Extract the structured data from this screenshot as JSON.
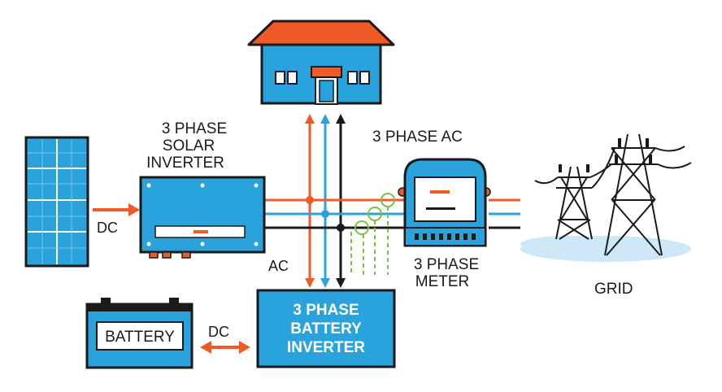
{
  "labels": {
    "solar_inverter": [
      "3 PHASE",
      "SOLAR",
      "INVERTER"
    ],
    "ac_meter_top": "3 PHASE AC",
    "dc_panel": "DC",
    "ac_down": "AC",
    "meter": [
      "3 PHASE",
      "METER"
    ],
    "grid": "GRID",
    "battery": "BATTERY",
    "dc_battery": "DC",
    "battery_inverter": [
      "3 PHASE",
      "BATTERY",
      "INVERTER"
    ]
  },
  "colors": {
    "blue": "#2aa3dc",
    "dark": "#1a1a1a",
    "orange": "#f05a28",
    "green": "#7dc142",
    "light_blue": "#cfe8f7"
  }
}
